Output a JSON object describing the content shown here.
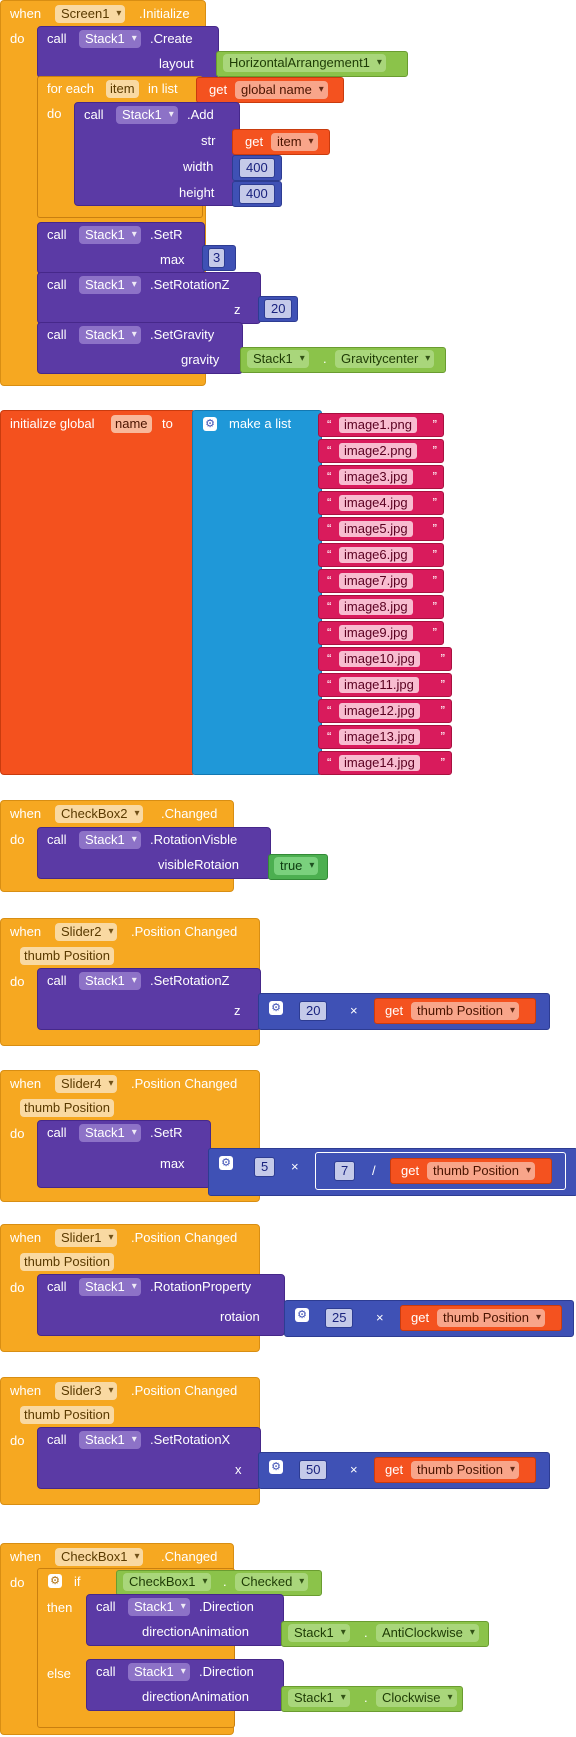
{
  "kw": {
    "when": "when",
    "do": "do",
    "call": "call",
    "for_each": "for each",
    "in_list": "in list",
    "get": "get",
    "init_global": "initialize global",
    "to": "to",
    "make_list": "make a list",
    "if": "if",
    "then": "then",
    "else": "else",
    "times": "×",
    "div": "/",
    "dot": "."
  },
  "b1": {
    "component": "Screen1",
    "event": ".Initialize",
    "create": {
      "comp": "Stack1",
      "method": ".Create",
      "param": "layout",
      "value": "HorizontalArrangement1"
    },
    "foreach": {
      "var": "item",
      "list": "global name",
      "add": {
        "comp": "Stack1",
        "method": ".Add",
        "p1": "str",
        "v1": "item",
        "p2": "width",
        "v2": "400",
        "p3": "height",
        "v3": "400"
      }
    },
    "setr": {
      "comp": "Stack1",
      "method": ".SetR",
      "param": "max",
      "value": "3"
    },
    "setrotz": {
      "comp": "Stack1",
      "method": ".SetRotationZ",
      "param": "z",
      "value": "20"
    },
    "setgrav": {
      "comp": "Stack1",
      "method": ".SetGravity",
      "param": "gravity",
      "comp2": "Stack1",
      "value": "Gravitycenter"
    }
  },
  "b2": {
    "name": "name",
    "images": [
      "image1.png",
      "image2.png",
      "image3.jpg",
      "image4.jpg",
      "image5.jpg",
      "image6.jpg",
      "image7.jpg",
      "image8.jpg",
      "image9.jpg",
      "image10.jpg",
      "image11.jpg",
      "image12.jpg",
      "image13.jpg",
      "image14.jpg"
    ]
  },
  "b3": {
    "component": "CheckBox2",
    "event": ".Changed",
    "comp": "Stack1",
    "method": ".RotationVisble",
    "param": "visibleRotaion",
    "value": "true"
  },
  "b4": {
    "component": "Slider2",
    "event": ".Position Changed",
    "arg": "thumb Position",
    "comp": "Stack1",
    "method": ".SetRotationZ",
    "param": "z",
    "num": "20",
    "getv": "thumb Position"
  },
  "b5": {
    "component": "Slider4",
    "event": ".Position Changed",
    "arg": "thumb Position",
    "comp": "Stack1",
    "method": ".SetR",
    "param": "max",
    "num1": "5",
    "num2": "7",
    "getv": "thumb Position"
  },
  "b6": {
    "component": "Slider1",
    "event": ".Position Changed",
    "arg": "thumb Position",
    "comp": "Stack1",
    "method": ".RotationProperty",
    "param": "rotaion",
    "num": "25",
    "getv": "thumb Position"
  },
  "b7": {
    "component": "Slider3",
    "event": ".Position Changed",
    "arg": "thumb Position",
    "comp": "Stack1",
    "method": ".SetRotationX",
    "param": "x",
    "num": "50",
    "getv": "thumb Position"
  },
  "b8": {
    "component": "CheckBox1",
    "event": ".Changed",
    "cond_comp": "CheckBox1",
    "cond_prop": "Checked",
    "then": {
      "comp": "Stack1",
      "method": ".Direction",
      "param": "directionAnimation",
      "comp2": "Stack1",
      "value": "AntiClockwise"
    },
    "else": {
      "comp": "Stack1",
      "method": ".Direction",
      "param": "directionAnimation",
      "comp2": "Stack1",
      "value": "Clockwise"
    }
  }
}
